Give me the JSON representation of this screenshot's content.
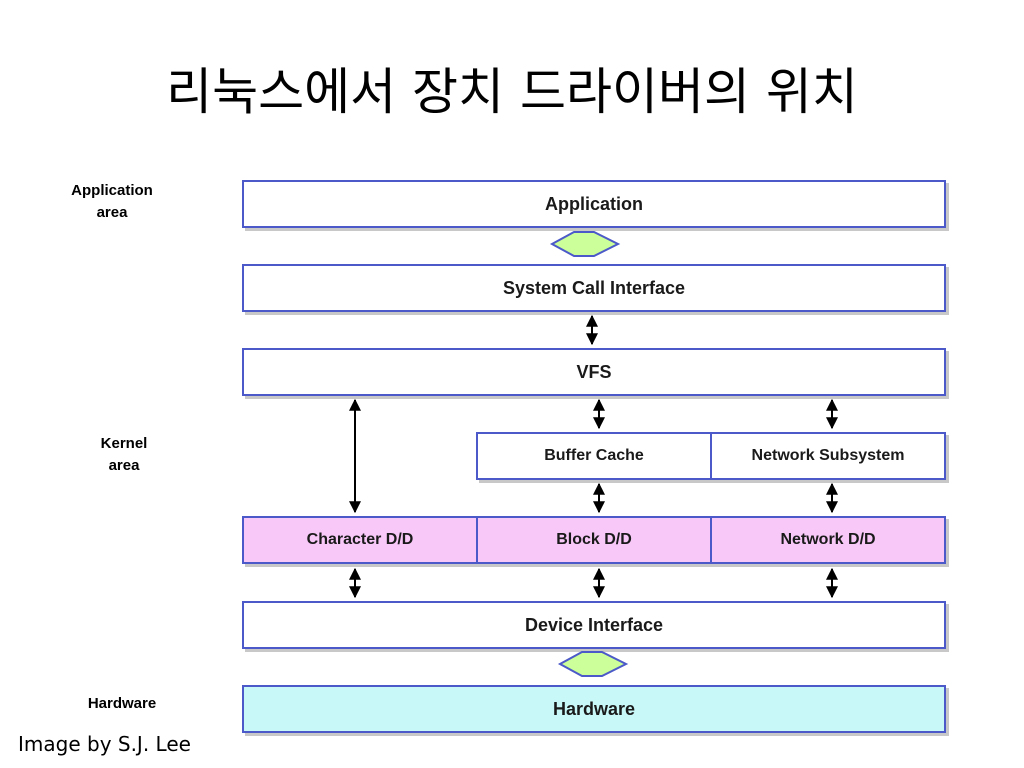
{
  "title": "리눅스에서 장치 드라이버의 위치",
  "areas": {
    "application": "Application\narea",
    "kernel": "Kernel\narea",
    "hardware": "Hardware"
  },
  "layers": {
    "application": "Application",
    "system_call": "System Call Interface",
    "vfs": "VFS",
    "buffer_cache": "Buffer Cache",
    "network_subsystem": "Network Subsystem",
    "character_dd": "Character D/D",
    "block_dd": "Block D/D",
    "network_dd": "Network D/D",
    "device_interface": "Device Interface",
    "hardware": "Hardware"
  },
  "colors": {
    "border": "#4b5ac8",
    "driver_fill": "#f8c8f8",
    "hardware_fill": "#c8f8f8",
    "big_arrow_fill": "#ccff99"
  },
  "credit": "Image by S.J. Lee"
}
